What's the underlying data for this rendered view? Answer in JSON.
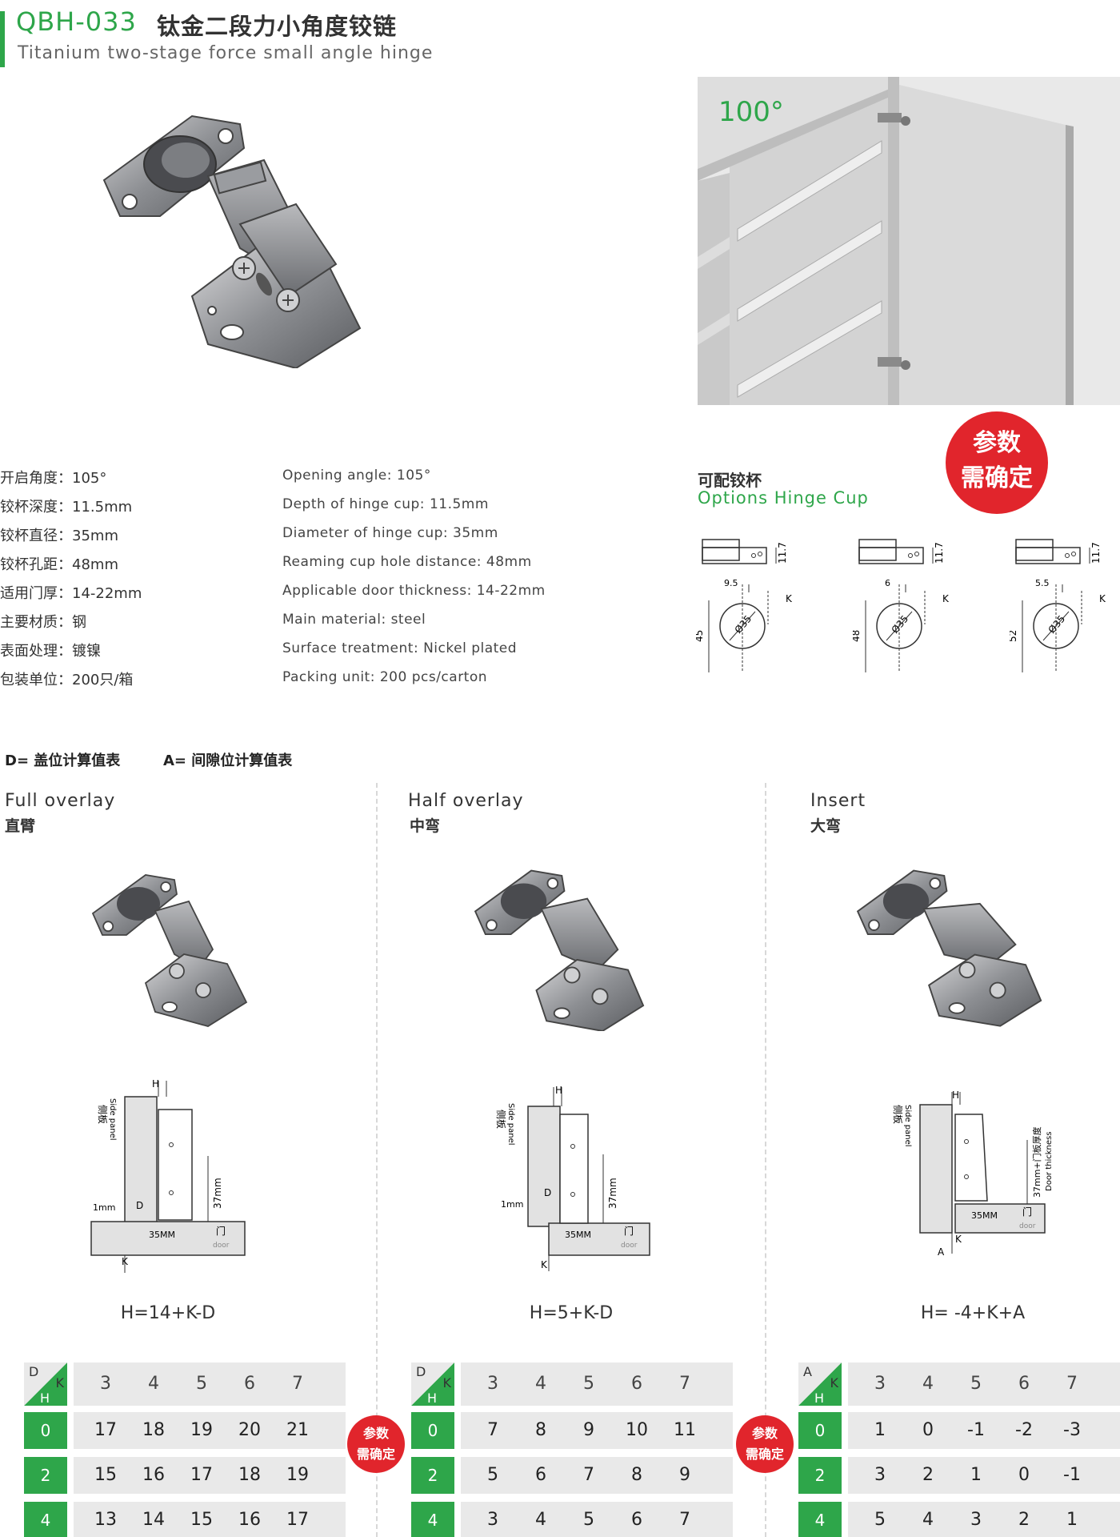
{
  "header": {
    "model": "QBH-033",
    "title_cn": "钛金二段力小角度铰链",
    "title_en": "Titanium two-stage force small angle hinge"
  },
  "cabinet_image": {
    "angle": "100°"
  },
  "specs": [
    {
      "cn": "开启角度：105°",
      "en": "Opening angle: 105°"
    },
    {
      "cn": "铰杯深度：11.5mm",
      "en": "Depth of hinge cup: 11.5mm"
    },
    {
      "cn": "铰杯直径：35mm",
      "en": "Diameter of hinge cup: 35mm"
    },
    {
      "cn": "铰杯孔距：48mm",
      "en": "Reaming cup hole distance: 48mm"
    },
    {
      "cn": "适用门厚：14-22mm",
      "en": "Applicable door thickness: 14-22mm"
    },
    {
      "cn": "主要材质：钢",
      "en": "Main material: steel"
    },
    {
      "cn": "表面处理：镀镍",
      "en": "Surface treatment: Nickel plated"
    },
    {
      "cn": "包装单位：200只/箱",
      "en": "Packing unit: 200 pcs/carton"
    }
  ],
  "badge": {
    "line1": "参数",
    "line2": "需确定"
  },
  "hinge_cup": {
    "title_cn": "可配铰杯",
    "title_en": "Options Hinge Cup",
    "cups": [
      {
        "depth": "11.7",
        "offset": "9.5",
        "hole_distance": "45",
        "diameter": "Ø35",
        "k": "K"
      },
      {
        "depth": "11.7",
        "offset": "6",
        "hole_distance": "48",
        "diameter": "Ø35",
        "k": "K"
      },
      {
        "depth": "11.7",
        "offset": "5.5",
        "hole_distance": "52",
        "diameter": "Ø35",
        "k": "K"
      }
    ]
  },
  "calc": {
    "d_label": "D= 盖位计算值表",
    "a_label": "A= 间隙位计算值表"
  },
  "columns": [
    {
      "name_en": "Full overlay",
      "name_cn": "直臂",
      "formula": "H=14+K-D",
      "diagram": {
        "h": "H",
        "side_cn": "侧板",
        "side_en": "Side panel",
        "gap": "1mm",
        "d": "D",
        "dim": "37mm",
        "cup": "35MM",
        "door_cn": "门",
        "door_en": "door",
        "k": "K"
      },
      "table": {
        "corner_top": "D",
        "corner_right": "K",
        "corner_bottom": "H",
        "k_values": [
          "3",
          "4",
          "5",
          "6",
          "7"
        ],
        "rows": [
          {
            "h": "0",
            "values": [
              "17",
              "18",
              "19",
              "20",
              "21"
            ]
          },
          {
            "h": "2",
            "values": [
              "15",
              "16",
              "17",
              "18",
              "19"
            ]
          },
          {
            "h": "4",
            "values": [
              "13",
              "14",
              "15",
              "16",
              "17"
            ]
          }
        ]
      }
    },
    {
      "name_en": "Half overlay",
      "name_cn": "中弯",
      "formula": "H=5+K-D",
      "diagram": {
        "h": "H",
        "side_cn": "侧板",
        "side_en": "Side panel",
        "gap": "1mm",
        "d": "D",
        "dim": "37mm",
        "cup": "35MM",
        "door_cn": "门",
        "door_en": "door",
        "k": "K"
      },
      "table": {
        "corner_top": "D",
        "corner_right": "K",
        "corner_bottom": "H",
        "k_values": [
          "3",
          "4",
          "5",
          "6",
          "7"
        ],
        "rows": [
          {
            "h": "0",
            "values": [
              "7",
              "8",
              "9",
              "10",
              "11"
            ]
          },
          {
            "h": "2",
            "values": [
              "5",
              "6",
              "7",
              "8",
              "9"
            ]
          },
          {
            "h": "4",
            "values": [
              "3",
              "4",
              "5",
              "6",
              "7"
            ]
          }
        ]
      }
    },
    {
      "name_en": "Insert",
      "name_cn": "大弯",
      "formula": "H= -4+K+A",
      "diagram": {
        "h": "H",
        "side_cn": "侧板",
        "side_en": "Side panel",
        "dim": "37mm+门板厚度",
        "dim_en": "Door thickness",
        "cup": "35MM",
        "door_cn": "门",
        "door_en": "door",
        "k": "K",
        "a": "A"
      },
      "table": {
        "corner_top": "A",
        "corner_right": "K",
        "corner_bottom": "H",
        "k_values": [
          "3",
          "4",
          "5",
          "6",
          "7"
        ],
        "rows": [
          {
            "h": "0",
            "values": [
              "1",
              "0",
              "-1",
              "-2",
              "-3"
            ]
          },
          {
            "h": "2",
            "values": [
              "3",
              "2",
              "1",
              "0",
              "-1"
            ]
          },
          {
            "h": "4",
            "values": [
              "5",
              "4",
              "3",
              "2",
              "1"
            ]
          }
        ]
      }
    }
  ]
}
